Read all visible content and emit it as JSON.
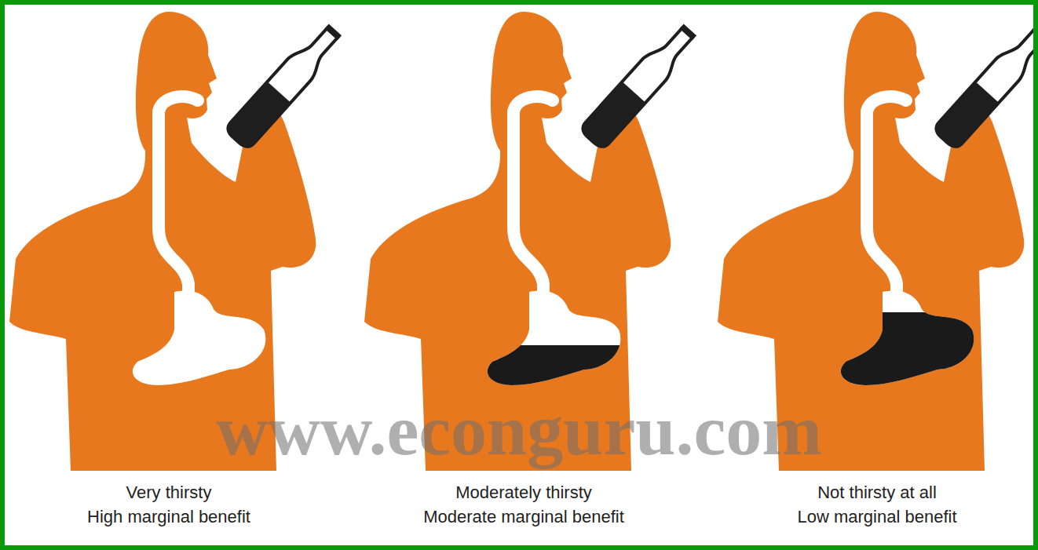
{
  "diagram": {
    "labels": [
      "www.econguru.com",
      "Very thirsty",
      "High marginal benefit",
      "Moderately thirsty",
      "Moderate marginal benefit",
      "Not thirsty at all",
      "Low marginal benefit"
    ]
  }
}
